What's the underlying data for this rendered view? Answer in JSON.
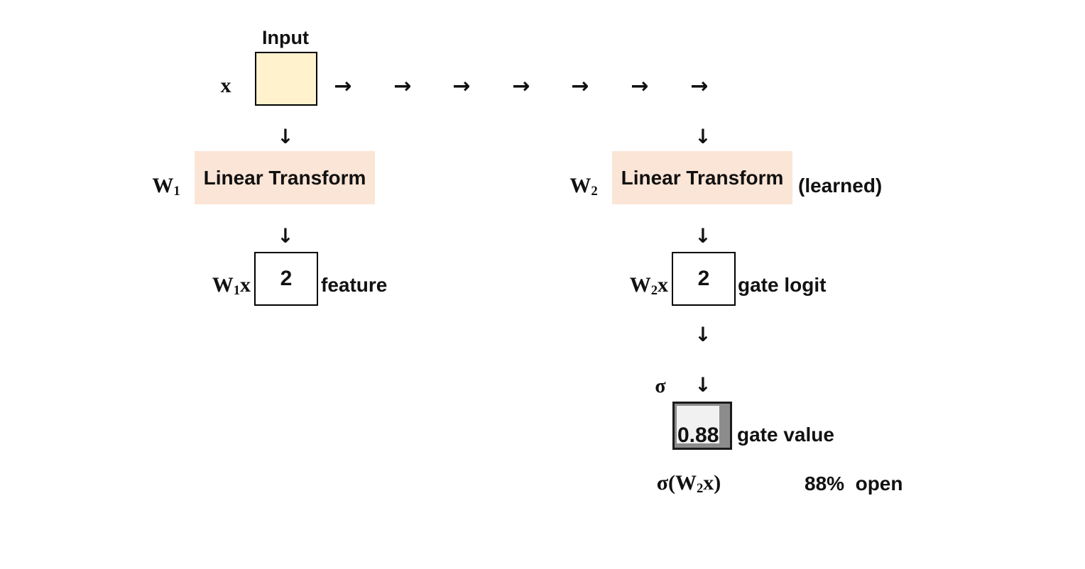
{
  "colors": {
    "background": "#FFFFFF",
    "input_fill": "#FFF2CC",
    "transform_fill": "#FBE5D6",
    "gate_open_fill": "#F1F1F1",
    "gate_closed_fill": "#8C8C8C",
    "border": "#000000",
    "text": "#111111"
  },
  "icons": {
    "right_arrow": "→",
    "down_arrow": "↓"
  },
  "input": {
    "title": "Input",
    "var_label": "x"
  },
  "left_branch": {
    "weight": {
      "base": "W",
      "sub": "1"
    },
    "transform_label": "Linear Transform",
    "result": {
      "base": "W",
      "sub": "1",
      "suffix": "x"
    },
    "value": "2",
    "caption": "feature"
  },
  "right_branch": {
    "weight": {
      "base": "W",
      "sub": "2"
    },
    "transform_label": "Linear Transform",
    "note": "(learned)",
    "result": {
      "base": "W",
      "sub": "2",
      "suffix": "x"
    },
    "value": "2",
    "caption": "gate logit",
    "sigma": "σ",
    "gate": {
      "value": "0.88",
      "caption": "gate value",
      "percent_open": "88%  open"
    },
    "formula": {
      "pre": "σ(W",
      "sub": "2",
      "post": "x)"
    }
  }
}
